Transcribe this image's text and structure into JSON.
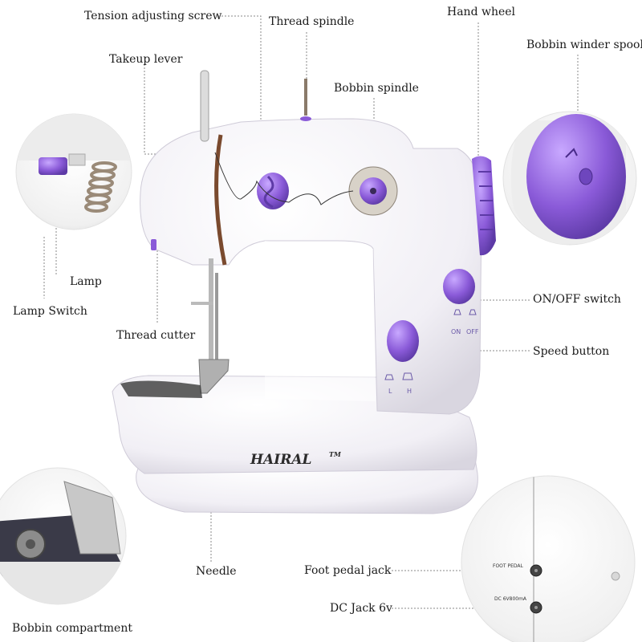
{
  "labels": {
    "tension_adjusting_screw": "Tension adjusting screw",
    "thread_spindle": "Thread spindle",
    "hand_wheel": "Hand wheel",
    "bobbin_winder_spool": "Bobbin winder spool",
    "takeup_lever": "Takeup lever",
    "bobbin_spindle": "Bobbin spindle",
    "lamp": "Lamp",
    "lamp_switch": "Lamp  Switch",
    "thread_cutter": "Thread cutter",
    "on_off_switch": "ON/OFF switch",
    "speed_button": "Speed button",
    "needle": "Needle",
    "foot_pedal_jack": "Foot pedal jack",
    "dc_jack": "DC Jack 6v",
    "bobbin_compartment": "Bobbin compartment"
  },
  "machine_text": {
    "brand": "HAIRAL",
    "trademark": "TM",
    "on": "ON",
    "off": "OFF",
    "low": "L",
    "high": "H",
    "foot_pedal_port": "FOOT PEDAL",
    "dc_port": "DC 6V800mA"
  },
  "colors": {
    "accent_purple": "#8a5ad8",
    "body_white": "#f4f2f7",
    "leader_gray": "#8a8a8a"
  }
}
